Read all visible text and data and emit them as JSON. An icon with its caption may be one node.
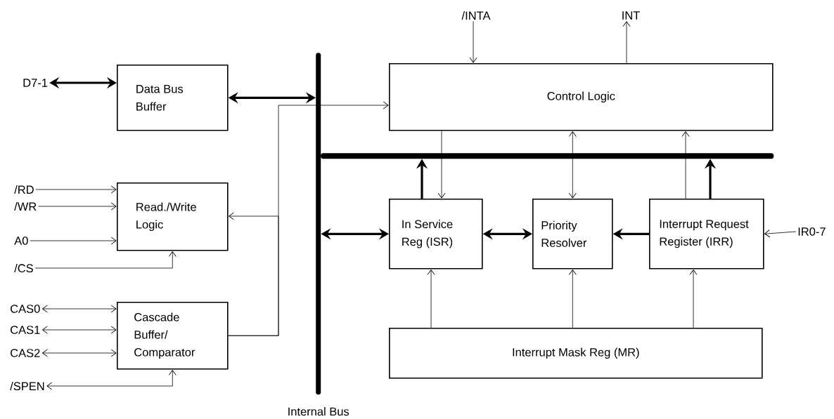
{
  "diagram": {
    "nodes": [
      {
        "text": [
          "D7-1"
        ]
      },
      {
        "text": [
          "Data Bus Buffer"
        ]
      },
      {
        "text": [
          "/RD"
        ]
      },
      {
        "text": [
          "/WR"
        ]
      },
      {
        "text": [
          "A0"
        ]
      },
      {
        "text": [
          "/CS"
        ]
      },
      {
        "text": [
          "Read./Write Logic"
        ]
      },
      {
        "text": [
          "CAS0"
        ]
      },
      {
        "text": [
          "CAS1"
        ]
      },
      {
        "text": [
          "CAS2"
        ]
      },
      {
        "text": [
          "/SPEN"
        ]
      },
      {
        "text": [
          "Cascade Buffer/ Comparator"
        ]
      },
      {
        "text": [
          "Internal Bus"
        ]
      },
      {
        "text": [],
        "shape": "bar"
      },
      {
        "text": [
          "/INTA"
        ]
      },
      {
        "text": [
          "INT"
        ]
      },
      {
        "text": [
          "Control Logic"
        ]
      },
      {
        "text": [
          "In Service Reg (ISR)"
        ]
      },
      {
        "text": [
          "Priority Resolver"
        ]
      },
      {
        "text": [
          "Interrupt Request Register (IRR)"
        ]
      },
      {
        "text": [
          "IR0-7"
        ]
      },
      {
        "text": [
          "Interrupt Mask Reg (MR)"
        ]
      }
    ],
    "edges": [
      {
        "from": 0,
        "to": 1,
        "arrow": "both",
        "style": "thick"
      },
      {
        "from": 1,
        "to": 12,
        "arrow": "both",
        "style": "thick"
      },
      {
        "from": 2,
        "to": 6,
        "arrow": "to"
      },
      {
        "from": 3,
        "to": 6,
        "arrow": "to"
      },
      {
        "from": 4,
        "to": 6,
        "arrow": "to"
      },
      {
        "from": 5,
        "to": 6,
        "arrow": "to"
      },
      {
        "from": 7,
        "to": 11,
        "arrow": "both"
      },
      {
        "from": 8,
        "to": 11,
        "arrow": "both"
      },
      {
        "from": 9,
        "to": 11,
        "arrow": "both"
      },
      {
        "from": 10,
        "to": 11,
        "arrow": "both"
      },
      {
        "from": 11,
        "to": 16,
        "arrow": "to"
      },
      {
        "from": 11,
        "to": 6,
        "arrow": "to"
      },
      {
        "from": 14,
        "to": 16,
        "arrow": "to"
      },
      {
        "from": 16,
        "to": 15,
        "arrow": "to"
      },
      {
        "from": 16,
        "to": 17,
        "arrow": "to"
      },
      {
        "from": 16,
        "to": 18,
        "arrow": "both"
      },
      {
        "from": 19,
        "to": 16,
        "arrow": "to"
      },
      {
        "from": 17,
        "to": 13,
        "arrow": "to",
        "style": "thick"
      },
      {
        "from": 19,
        "to": 13,
        "arrow": "to",
        "style": "thick"
      },
      {
        "from": 12,
        "to": 17,
        "arrow": "both",
        "style": "thick"
      },
      {
        "from": 17,
        "to": 18,
        "arrow": "both",
        "style": "thick"
      },
      {
        "from": 19,
        "to": 18,
        "arrow": "to",
        "style": "thick"
      },
      {
        "from": 20,
        "to": 19,
        "arrow": "to"
      },
      {
        "from": 21,
        "to": 17,
        "arrow": "to"
      },
      {
        "from": 21,
        "to": 18,
        "arrow": "to"
      },
      {
        "from": 21,
        "to": 19,
        "arrow": "to"
      }
    ]
  }
}
